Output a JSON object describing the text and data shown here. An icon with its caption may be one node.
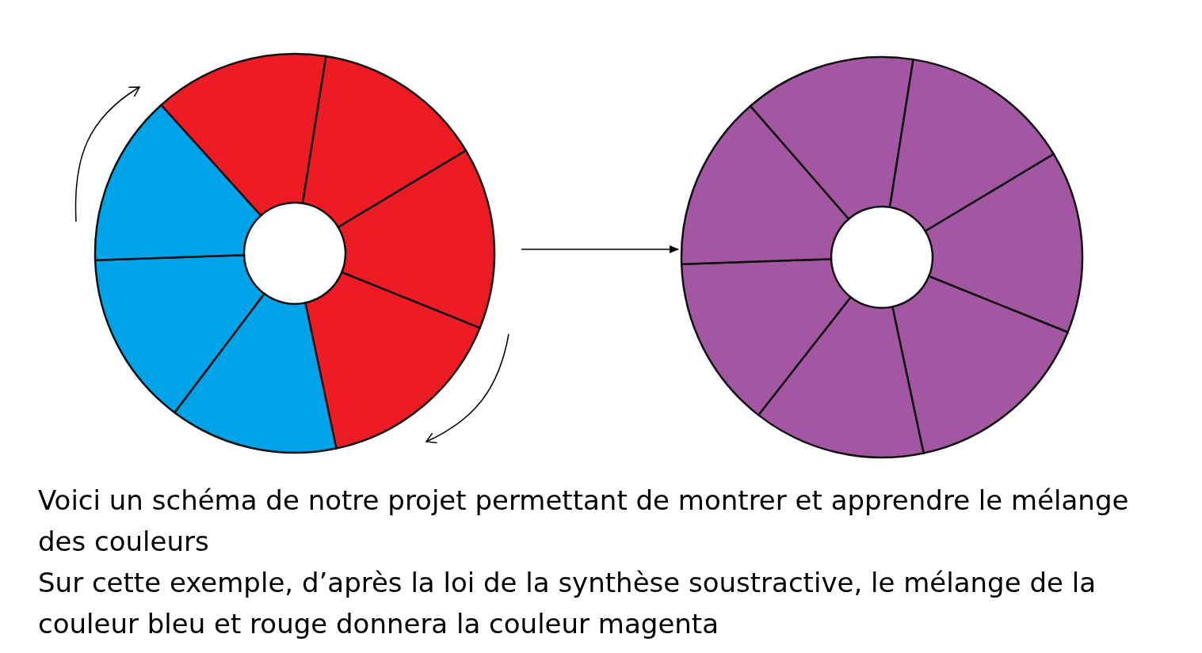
{
  "diagram": {
    "nodes": [
      {
        "text": [],
        "shape": "circle"
      },
      {
        "text": [],
        "shape": "circle"
      }
    ],
    "edges": [
      {
        "from": 0,
        "to": 1,
        "arrow": "to"
      }
    ],
    "labels": [
      "Voici un schéma de notre projet permettant de montrer et apprendre le mélange des couleurs",
      "Sur cette exemple, d’après la loi de la synthèse soustractive, le mélange de la couleur bleu et rouge donnera la couleur magenta"
    ]
  }
}
